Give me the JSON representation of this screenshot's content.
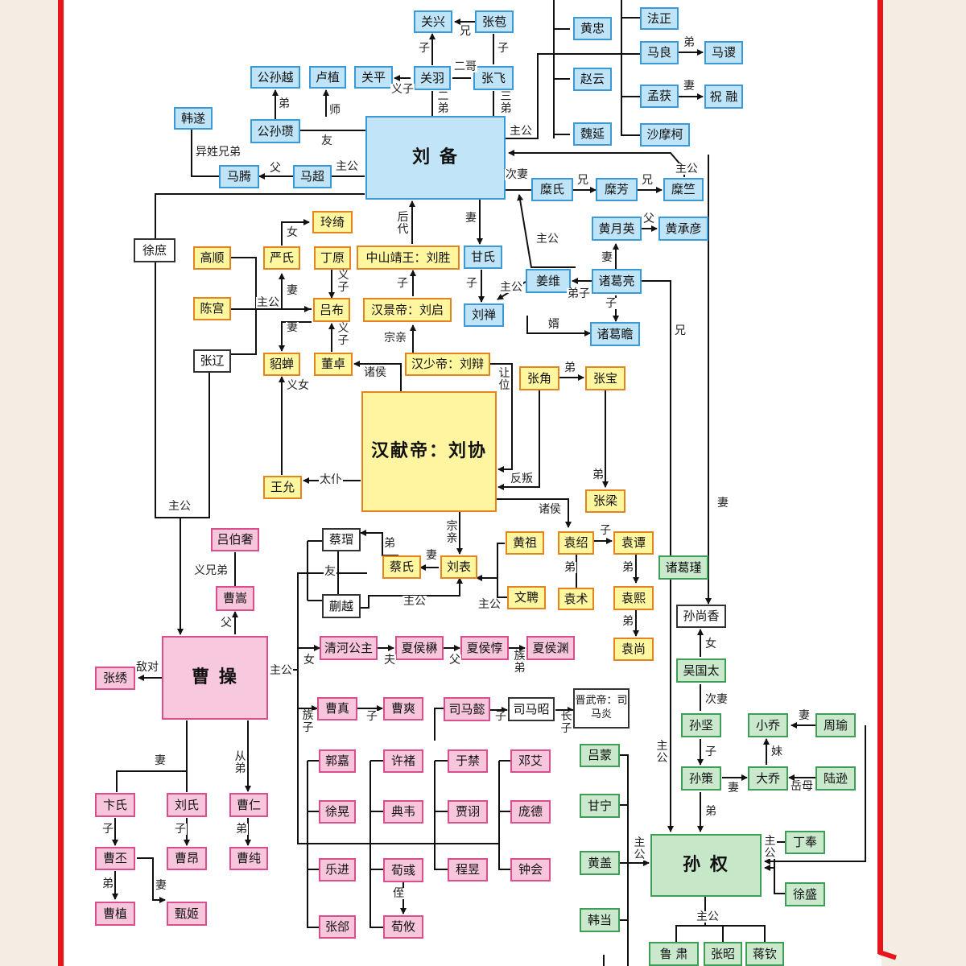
{
  "nodes": {
    "guan_xing": "关兴",
    "zhang_bao": "张苞",
    "gongsun_yue": "公孙越",
    "lu_zhi": "卢植",
    "guan_ping": "关平",
    "guan_yu": "关羽",
    "zhang_fei": "张飞",
    "han_sui": "韩遂",
    "gongsun_zan": "公孙瓒",
    "liu_bei": "刘 备",
    "ma_teng": "马腾",
    "ma_chao": "马超",
    "huang_zhong": "黄忠",
    "fa_zheng": "法正",
    "ma_liang": "马良",
    "ma_su": "马谡",
    "zhao_yun": "赵云",
    "meng_huo": "孟获",
    "zhu_rong": "祝 融",
    "wei_yan": "魏延",
    "shamoke": "沙摩柯",
    "mi_shi": "糜氏",
    "mi_fang": "糜芳",
    "mi_zhu": "糜竺",
    "huang_yueying": "黄月英",
    "huang_chengyan": "黄承彦",
    "gan_shi": "甘氏",
    "jiang_wei": "姜维",
    "zhuge_liang": "诸葛亮",
    "liu_shan": "刘禅",
    "zhuge_zhan": "诸葛瞻",
    "xu_shu": "徐庶",
    "gao_shun": "高顺",
    "chen_gong": "陈宫",
    "zhang_liao": "张辽",
    "ling_qi": "玲绮",
    "yan_shi": "严氏",
    "ding_yuan": "丁原",
    "lu_bu": "吕布",
    "diao_chan": "貂蝉",
    "dong_zhuo": "董卓",
    "liu_sheng": "中山靖王：刘胜",
    "liu_qi": "汉景帝：刘启",
    "liu_bian": "汉少帝：刘辩",
    "liu_xie": "汉献帝：刘协",
    "wang_yun": "王允",
    "zhang_jiao": "张角",
    "zhang_bao2": "张宝",
    "zhang_liang": "张梁",
    "cai_mao": "蔡瑁",
    "kuai_yue": "蒯越",
    "cai_shi": "蔡氏",
    "liu_biao": "刘表",
    "huang_zu": "黄祖",
    "wen_pin": "文聘",
    "yuan_shao": "袁绍",
    "yuan_shu": "袁术",
    "yuan_tan": "袁谭",
    "yuan_xi": "袁熙",
    "yuan_shang": "袁尚",
    "zhuge_jin": "诸葛瑾",
    "sun_shangxiang": "孙尚香",
    "wu_guotai": "吴国太",
    "sun_jian": "孙坚",
    "sun_ce": "孙策",
    "xiao_qiao": "小乔",
    "da_qiao": "大乔",
    "zhou_yu": "周瑜",
    "lu_xun": "陆逊",
    "lu_meng": "吕蒙",
    "gan_ning": "甘宁",
    "huang_gai": "黄盖",
    "han_dang": "韩当",
    "sun_quan": "孙 权",
    "ding_feng": "丁奉",
    "xu_sheng": "徐盛",
    "lu_su": "鲁 肃",
    "zhang_zhao": "张昭",
    "jiang_qin": "蒋钦",
    "lu_boshe": "吕伯奢",
    "cao_song": "曹嵩",
    "cao_cao": "曹 操",
    "zhang_xiu": "张绣",
    "qinghe_gongzhu": "清河公主",
    "xiahou_mao": "夏侯楙",
    "xiahou_dun": "夏侯惇",
    "xiahou_yuan": "夏侯渊",
    "cao_zhen": "曹真",
    "cao_shuang": "曹爽",
    "sima_yi": "司马懿",
    "sima_zhao": "司马昭",
    "sima_yan": "晋武帝：司马炎",
    "guo_jia": "郭嘉",
    "xu_huang": "徐晃",
    "yue_jin": "乐进",
    "zhang_he": "张郃",
    "xu_chu": "许褚",
    "dian_wei": "典韦",
    "xun_yu": "荀彧",
    "xun_you": "荀攸",
    "yu_jin": "于禁",
    "jia_xu": "贾诩",
    "cheng_yu": "程昱",
    "deng_ai": "邓艾",
    "pang_de": "庞德",
    "zhong_hui": "钟会",
    "bian_shi": "卞氏",
    "liu_shi": "刘氏",
    "cao_ren": "曹仁",
    "cao_pi": "曹丕",
    "cao_ang": "曹昂",
    "cao_chun": "曹纯",
    "cao_zhi": "曹植",
    "zhen_ji": "甄姬"
  },
  "labels": {
    "xiong": "兄",
    "zi": "子",
    "er_ge": "二哥",
    "yi_zi": "义子",
    "er_di": "二弟",
    "san_di": "三弟",
    "di": "弟",
    "shi": "师",
    "you": "友",
    "yixing_xiongdi": "异姓兄弟",
    "fu": "父",
    "zhugong": "主公",
    "qi": "妻",
    "ci_qi": "次妻",
    "hou_dai": "后代",
    "nv": "女",
    "di_zi": "弟子",
    "xu": "婿",
    "zong_qin": "宗亲",
    "zhu_hou": "诸侯",
    "yi_nv": "义女",
    "rang_wei": "让位",
    "fan_pan": "反叛",
    "tai_pu": "太仆",
    "yi_xiong_di": "义兄弟",
    "di_dui": "敌对",
    "fu_husband": "夫",
    "zu_di": "族弟",
    "zu_zi": "族子",
    "zhang_zi": "长子",
    "zhi": "侄",
    "cong_di": "从弟",
    "mei": "妹",
    "yue_mu": "岳母"
  },
  "colors": {
    "shu_fill": "#bfe3f7",
    "shu_border": "#3a9ad8",
    "wei_fill": "#f7c6dc",
    "wei_border": "#d94f8d",
    "wu_fill": "#c9e8cc",
    "wu_border": "#3f9e55",
    "han_fill": "#fff6a0",
    "han_border": "#e5831f",
    "frame": "#e8161b"
  }
}
